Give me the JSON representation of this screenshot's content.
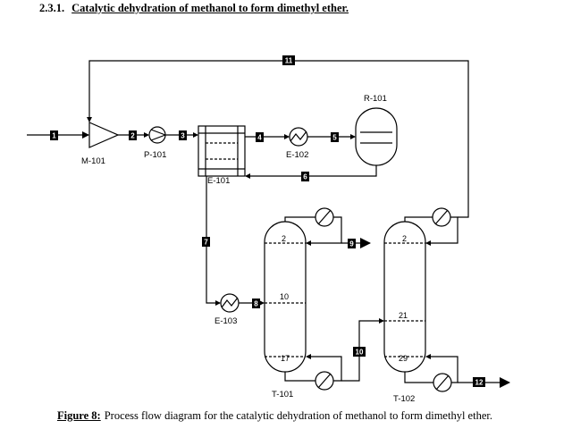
{
  "section": {
    "number": "2.3.1.",
    "title": "Catalytic dehydration of methanol to form dimethyl ether."
  },
  "caption": {
    "label": "Figure 8:",
    "text": "Process flow diagram for the catalytic dehydration of methanol to form dimethyl ether."
  },
  "equipment": {
    "mixer": "M-101",
    "pump": "P-101",
    "feed_exchanger": "E-101",
    "heater": "E-102",
    "reactor": "R-101",
    "cooler": "E-103",
    "column1": "T-101",
    "column2": "T-102"
  },
  "streams": {
    "s1": "1",
    "s2": "2",
    "s3": "3",
    "s4": "4",
    "s5": "5",
    "s6": "6",
    "s7": "7",
    "s8": "8",
    "s9": "9",
    "s10": "10",
    "s11": "11",
    "s12": "12"
  },
  "trays": {
    "t101_top": "2",
    "t101_feed": "10",
    "t101_bottom": "17",
    "t102_top": "2",
    "t102_feed": "21",
    "t102_bottom": "29"
  }
}
